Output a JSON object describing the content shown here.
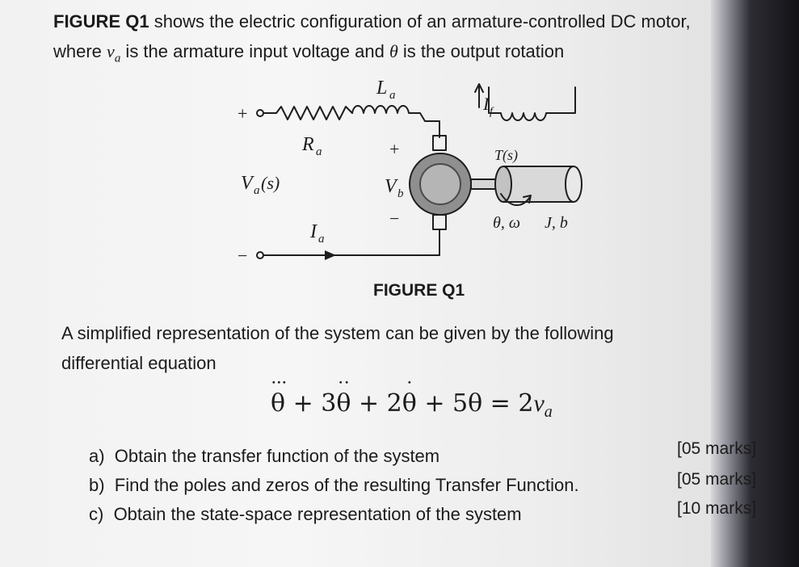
{
  "intro": {
    "line1_bold": "FIGURE Q1",
    "line1_rest": " shows the electric configuration of an armature-controlled DC motor,",
    "line2_a": "where ",
    "line2_va": "v",
    "line2_va_sub": "a",
    "line2_b": " is the armature input voltage and ",
    "line2_theta": "θ",
    "line2_c": " is the output rotation"
  },
  "diagram": {
    "plus": "+",
    "minus": "−",
    "La": "L",
    "La_sub": "a",
    "Ra": "R",
    "Ra_sub": "a",
    "Va": "V",
    "Va_sub": "a",
    "Va_arg": "(s)",
    "Ia": "I",
    "Ia_sub": "a",
    "Vb_plus": "+",
    "Vb": "V",
    "Vb_sub": "b",
    "Vb_minus": "−",
    "If": "I",
    "If_sub": "f",
    "Ts": "T(s)",
    "theta_omega": "θ, ω",
    "Jb": "J, b"
  },
  "caption": "FIGURE Q1",
  "paragraph": {
    "line1": "A simplified representation of the system can be given by the following",
    "line2": "differential equation"
  },
  "equation": {
    "t1": "θ",
    "op1": " + 3",
    "t2": "θ",
    "op2": " + 2",
    "t3": "θ",
    "op3": " + 5θ = 2",
    "rhs_v": "v",
    "rhs_sub": "a"
  },
  "questions": [
    {
      "label": "a)",
      "text": "Obtain the transfer function of the system",
      "marks": "[05 marks]"
    },
    {
      "label": "b)",
      "text": "Find the poles and zeros of the resulting Transfer Function.",
      "marks": "[05 marks]"
    },
    {
      "label": "c)",
      "text": "Obtain the state-space representation of the system",
      "marks": "[10 marks]"
    }
  ]
}
